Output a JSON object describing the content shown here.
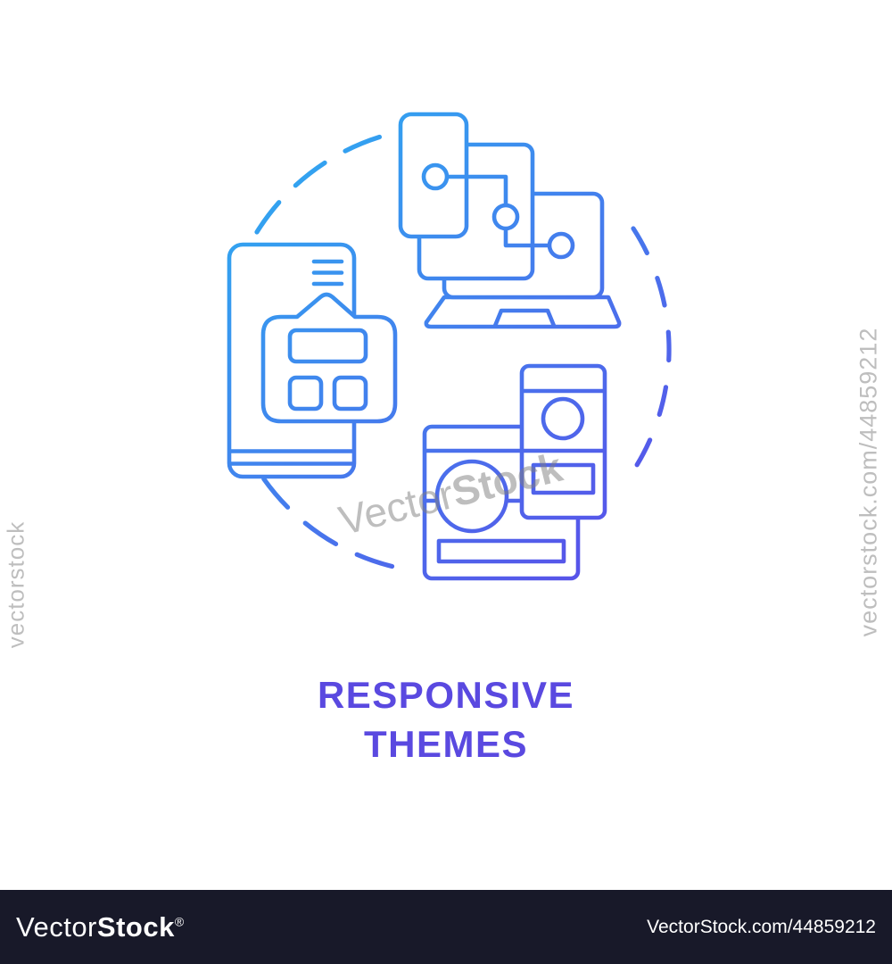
{
  "illustration": {
    "title_lines": [
      "RESPONSIVE",
      "THEMES"
    ],
    "icons": [
      {
        "name": "smartphone-widget-icon",
        "meaning": "mobile phone with overlaid widget tag"
      },
      {
        "name": "cascading-screens-laptop-icon",
        "meaning": "laptop with layered screens and connector nodes"
      },
      {
        "name": "theme-preview-cards-icon",
        "meaning": "two overlapping theme layout cards"
      }
    ],
    "colors": {
      "gradient_start": "#2BB3F2",
      "gradient_end": "#5C49E8",
      "title": "#5A49E0",
      "background": "#FFFFFF"
    }
  },
  "watermark": {
    "center": {
      "regular": "Vector",
      "bold": "Stock"
    },
    "left_vertical": "vectorstock",
    "right_vertical": "vectorstock.com/44859212",
    "color": "#7D7D7D"
  },
  "footer": {
    "background": "#181929",
    "logo": {
      "regular": "Vector",
      "bold": "Stock",
      "registered": "®"
    },
    "url": "VectorStock.com/44859212"
  }
}
